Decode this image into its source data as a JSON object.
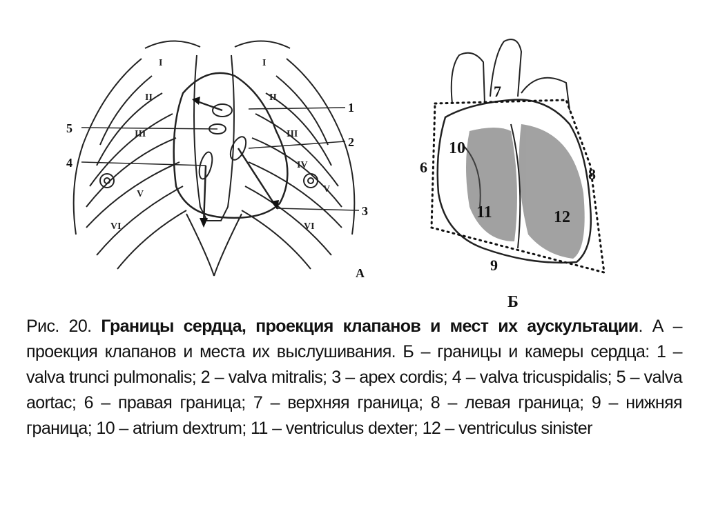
{
  "figure_a": {
    "panel_label": "А",
    "rib_labels": [
      "I",
      "II",
      "III",
      "IV",
      "V",
      "VI"
    ],
    "callouts": [
      "1",
      "2",
      "3",
      "4",
      "5"
    ]
  },
  "figure_b": {
    "panel_label": "Б",
    "callouts": [
      "6",
      "7",
      "8",
      "9",
      "10",
      "11",
      "12"
    ]
  },
  "caption": {
    "prefix": "Рис. 20. ",
    "title": "Границы сердца, проекция клапанов и мест их аускультации",
    "body": ". А – проекция клапанов и места их выслушивания. Б – границы и камеры сердца: 1 – valva trunci pulmonalis; 2 – valva mitralis; 3 – apex cordis; 4 – valva tricuspidalis; 5 – valva aortac; 6 – правая граница; 7 – верхняя граница; 8 – левая граница; 9 –  нижняя граница; 10 – atrium dextrum; 11 – ventriculus dexter; 12 – ventriculus sinister"
  }
}
